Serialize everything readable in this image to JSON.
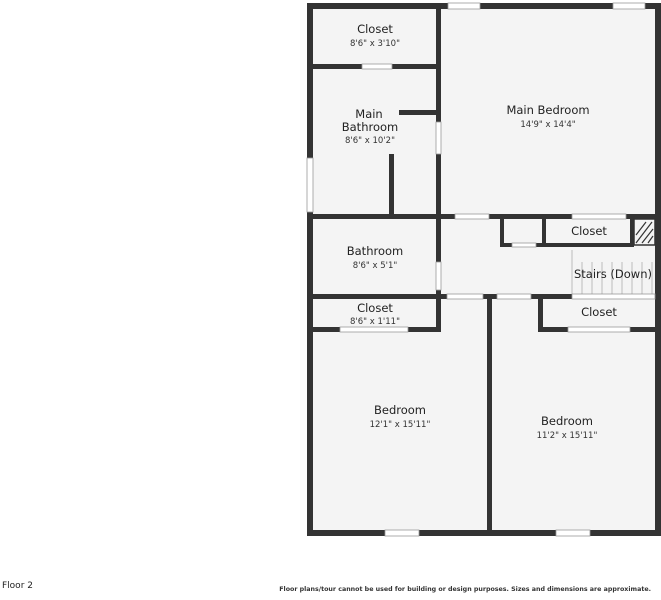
{
  "floor_label": "Floor 2",
  "disclaimer": "Floor plans/tour cannot be used for building or design purposes. Sizes and dimensions are approximate.",
  "rooms": {
    "closet_top": {
      "name": "Closet",
      "dims": "8'6\" x 3'10\""
    },
    "main_bedroom": {
      "name": "Main Bedroom",
      "dims": "14'9\" x 14'4\""
    },
    "main_bathroom": {
      "name_line1": "Main",
      "name_line2": "Bathroom",
      "dims": "8'6\" x 10'2\""
    },
    "bathroom": {
      "name": "Bathroom",
      "dims": "8'6\" x 5'1\""
    },
    "closet_hall": {
      "name": "Closet"
    },
    "stairs": {
      "name": "Stairs (Down)"
    },
    "closet_left": {
      "name": "Closet",
      "dims": "8'6\" x 1'11\""
    },
    "closet_right": {
      "name": "Closet"
    },
    "bedroom_left": {
      "name": "Bedroom",
      "dims": "12'1\" x 15'11\""
    },
    "bedroom_right": {
      "name": "Bedroom",
      "dims": "11'2\" x 15'11\""
    }
  },
  "colors": {
    "wall": "#333333",
    "floor": "#f4f4f4",
    "opening": "#ffffff"
  }
}
